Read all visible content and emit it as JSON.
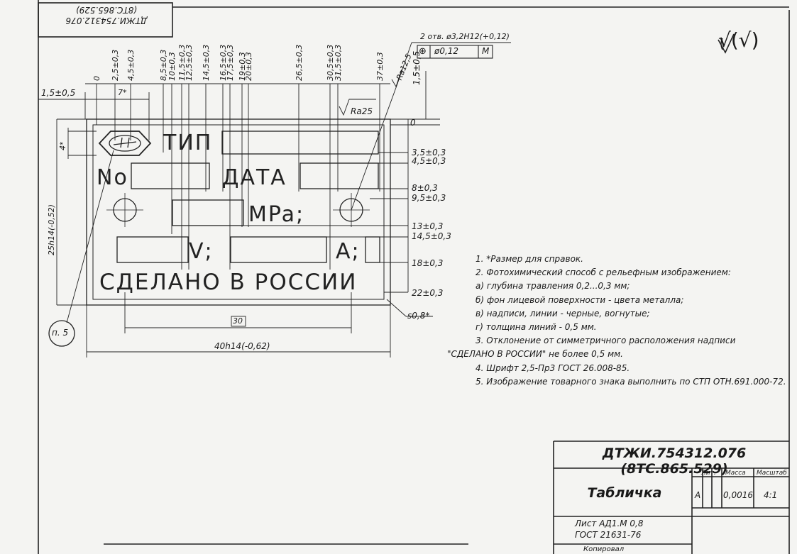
{
  "stamp": {
    "line1": "ДТЖИ.754312.076",
    "line2": "(8ТС.865.529)"
  },
  "roughness_mark": "√(√)",
  "top_dims": [
    "0",
    "2,5±0,3",
    "4,5±0,3",
    "8,5±0,3",
    "10±0,3",
    "11,5±0,3",
    "12,5±0,3",
    "14,5±0,3",
    "16,5±0,3",
    "17,5±0,3",
    "19±0,3",
    "20±0,3",
    "26,5±0,3",
    "30,5±0,3",
    "31,5±0,3",
    "37±0,3"
  ],
  "dim_7": "7*",
  "dim_left_offset": "1,5±0,5",
  "dim_top_offset": "1,5±0,5",
  "dim_4": "4*",
  "dim_height": "25h14(-0,52)",
  "dim_width": "40h14(-0,62)",
  "dim_30": "30",
  "holes_callout": "2 отв. ø3,2H12(+0,12)",
  "tolerance_frame": [
    "⊕",
    "ø0,12",
    "M"
  ],
  "ra25": "Ra25",
  "ra125": "Ra12,5",
  "right_dims": [
    "0",
    "3,5±0,3",
    "4,5±0,3",
    "8±0,3",
    "9,5±0,3",
    "13±0,3",
    "14,5±0,3",
    "18±0,3",
    "22±0,3"
  ],
  "thickness": "s0,8*",
  "callout_p5": "п. 5",
  "plate": {
    "type": "ТИП",
    "no": "No",
    "date": "ДАТА",
    "mpa": "MPa;",
    "v": "V;",
    "a": "A;",
    "made_in": "СДЕЛАНО В РОССИИ"
  },
  "notes": [
    "1. *Размер для справок.",
    "2. Фотохимический способ с рельефным изображением:",
    "а) глубина травления 0,2...0,3 мм;",
    "б) фон лицевой поверхности - цвета металла;",
    "в) надписи, линии - черные, вогнутые;",
    "г) толщина линий - 0,5 мм.",
    "3. Отклонение от симметричного расположения надписи",
    "\"СДЕЛАНО В РОССИИ\" не более 0,5 мм.",
    "4. Шрифт 2,5-Пр3 ГОСТ 26.008-85.",
    "5. Изображение товарного знака выполнить по СТП ОТН.691.000-72."
  ],
  "title_block": {
    "designation": "ДТЖИ.754312.076 (8ТС.865.529)",
    "name": "Табличка",
    "lit_header": "Лит.",
    "mass_header": "Масса",
    "scale_header": "Масштаб",
    "lit": "А",
    "mass": "0,0016",
    "scale": "4:1",
    "material_line1": "Лист АД1.М 0,8",
    "material_line2": "ГОСТ 21631-76",
    "copied": "Копировал"
  }
}
